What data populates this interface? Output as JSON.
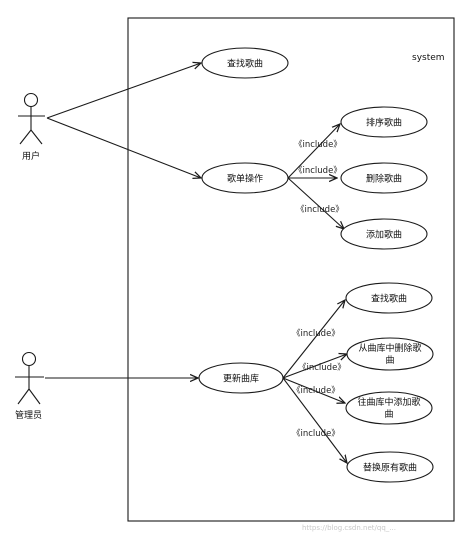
{
  "system": {
    "label": "system"
  },
  "actors": {
    "user": "用户",
    "admin": "管理员"
  },
  "use_cases": {
    "find_song": "查找歌曲",
    "playlist_ops": "歌单操作",
    "sort_songs": "排序歌曲",
    "delete_song": "删除歌曲",
    "add_song": "添加歌曲",
    "update_library": "更新曲库",
    "lib_find_song": "查找歌曲",
    "lib_delete_line1": "从曲库中删除歌",
    "lib_delete_line2": "曲",
    "lib_add_line1": "往曲库中添加歌",
    "lib_add_line2": "曲",
    "replace_song": "替换原有歌曲"
  },
  "relations": {
    "include": "《include》"
  },
  "watermark": "https://blog.csdn.net/qq_..."
}
